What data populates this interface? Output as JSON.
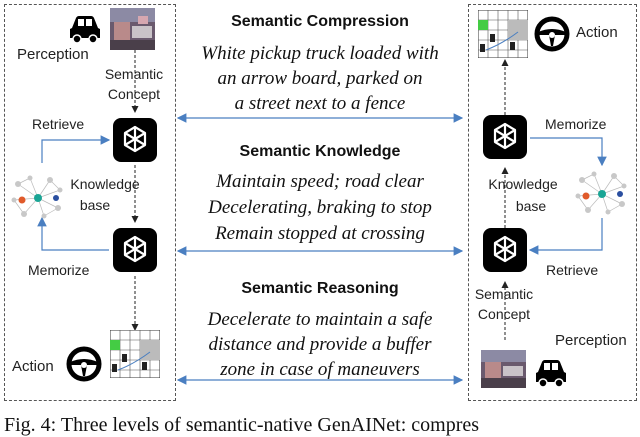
{
  "left": {
    "perception": "Perception",
    "semantic_concept": [
      "Semantic",
      "Concept"
    ],
    "retrieve": "Retrieve",
    "knowledge_base": [
      "Knowledge",
      "base"
    ],
    "memorize": "Memorize",
    "action": "Action"
  },
  "right": {
    "action": "Action",
    "memorize": "Memorize",
    "knowledge_base": [
      "Knowledge",
      "base"
    ],
    "retrieve": "Retrieve",
    "semantic_concept": [
      "Semantic",
      "Concept"
    ],
    "perception": "Perception"
  },
  "sections": [
    {
      "heading": "Semantic Compression",
      "lines": [
        "White pickup truck loaded with",
        "an arrow board, parked on",
        "a street next to a fence"
      ]
    },
    {
      "heading": "Semantic Knowledge",
      "lines": [
        "Maintain speed; road clear",
        "Decelerating, braking to stop",
        "Remain stopped at crossing"
      ]
    },
    {
      "heading": "Semantic Reasoning",
      "lines": [
        "Decelerate to maintain a safe",
        "distance and provide a buffer",
        "zone in case of maneuvers"
      ]
    }
  ],
  "caption": "Fig. 4: Three levels of semantic-native GenAINet: compres",
  "colors": {
    "arrow": "#4a7fc1",
    "gpt_bg": "#000000",
    "node_red": "#e05a2a",
    "node_teal": "#1aa595",
    "node_blue": "#2a4fa0"
  }
}
